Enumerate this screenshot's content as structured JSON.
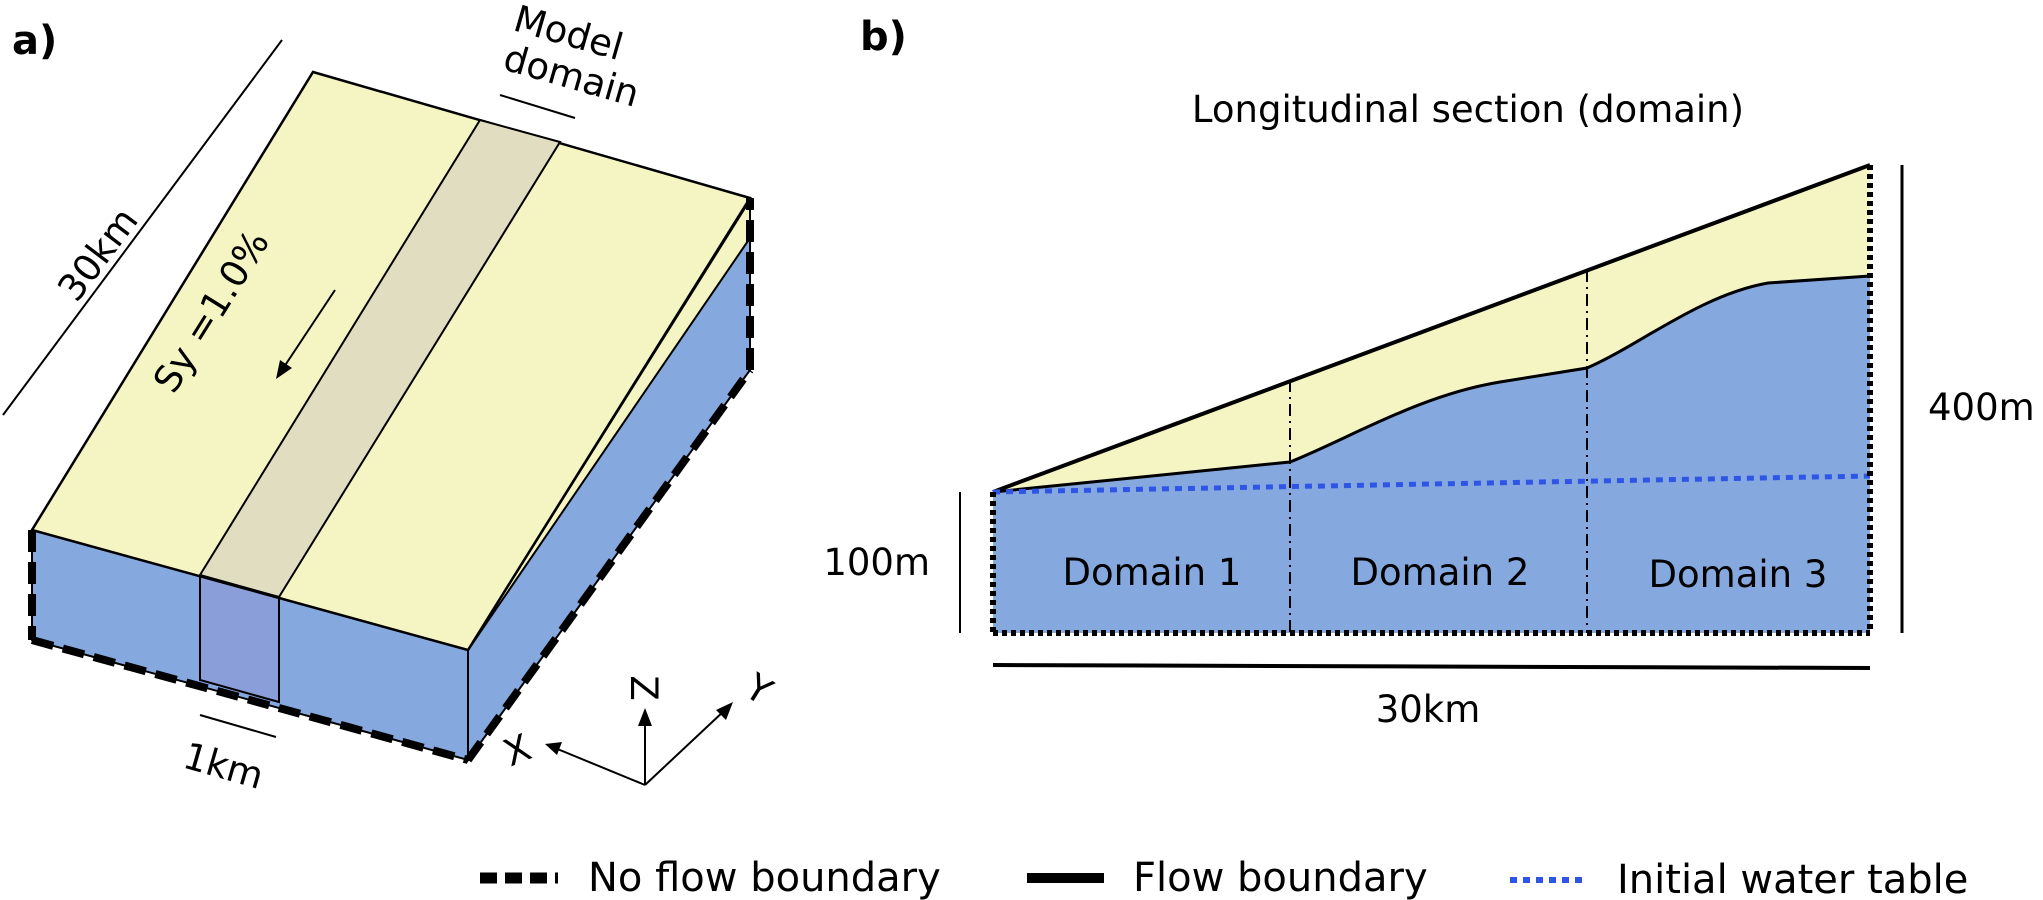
{
  "colors": {
    "surface": "#f5f5c4",
    "channel": "#e0ddc0",
    "aquifer": "#85a8df",
    "channel_side": "#8a9fd9",
    "water_table": "#2f55e6",
    "line": "#000000"
  },
  "panel_a": {
    "label": "a)",
    "model_domain_line1": "Model",
    "model_domain_line2": "domain",
    "length_label": "30km",
    "slope_label": "Sy =1.0%",
    "width_label": "1km",
    "axis_z": "Z",
    "axis_y": "Y",
    "axis_x": "X"
  },
  "panel_b": {
    "label": "b)",
    "title": "Longitudinal section (domain)",
    "height_right": "400m",
    "height_left": "100m",
    "length_label": "30km",
    "domains": [
      "Domain 1",
      "Domain 2",
      "Domain 3"
    ]
  },
  "legend": {
    "no_flow": "No flow boundary",
    "flow": "Flow boundary",
    "water_table": "Initial water table"
  }
}
